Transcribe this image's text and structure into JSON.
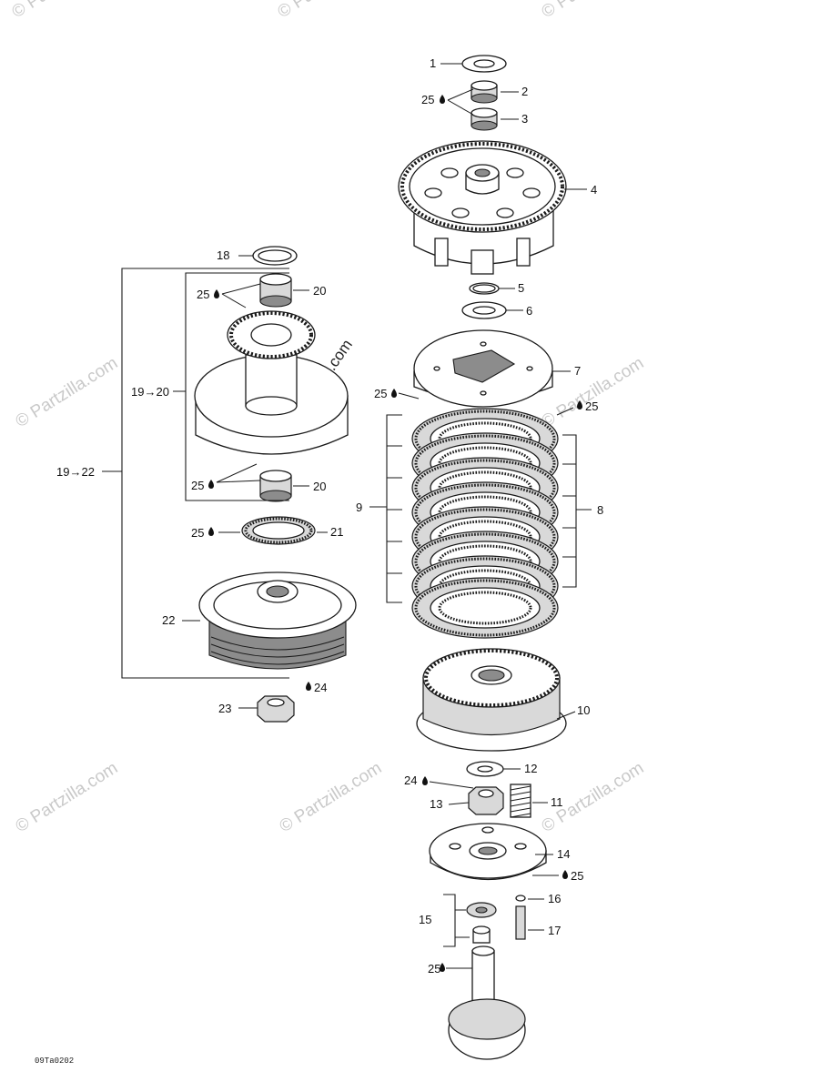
{
  "watermark": {
    "text": "© Partzilla.com",
    "center_text": "© Partzilla.com"
  },
  "drawing_code": "09Ta0202",
  "labels": {
    "p1": "1",
    "p2": "2",
    "p3": "3",
    "p4": "4",
    "p5": "5",
    "p6": "6",
    "p7": "7",
    "p8": "8",
    "p9": "9",
    "p10": "10",
    "p11": "11",
    "p12": "12",
    "p13": "13",
    "p14": "14",
    "p15": "15",
    "p16": "16",
    "p17": "17",
    "p18": "18",
    "p20a": "20",
    "p20b": "20",
    "p21": "21",
    "p22": "22",
    "p23": "23",
    "group_19_20": "19→20",
    "group_19_22": "19→22",
    "lube_25_a": "25",
    "lube_25_b": "25",
    "lube_25_c": "25",
    "lube_25_d": "25",
    "lube_25_e": "25",
    "lube_25_f": "25",
    "lube_25_g": "25",
    "lube_25_h": "25",
    "lube_24_a": "24",
    "lube_24_b": "24"
  },
  "colors": {
    "line": "#1a1a1a",
    "watermark": "#c9c9c9",
    "background": "#ffffff"
  }
}
